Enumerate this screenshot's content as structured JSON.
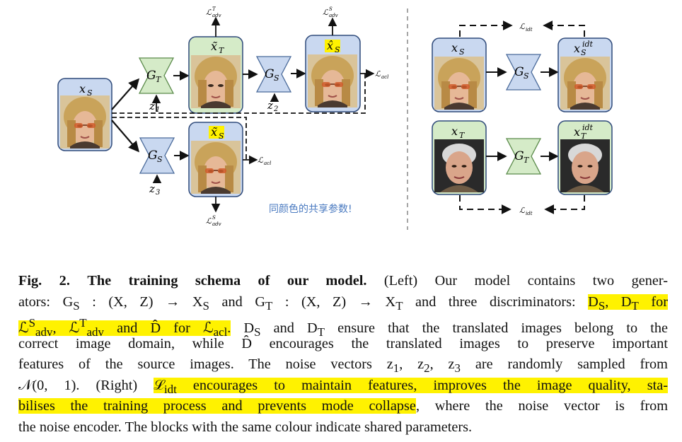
{
  "figure": {
    "labels": {
      "xs_input": "x",
      "xs_input_sub": "S",
      "gt": "G",
      "gt_sub": "T",
      "gs_top": "G",
      "gs_top_sub": "S",
      "gs_bottom": "G",
      "gs_bottom_sub": "S",
      "z1": "z",
      "z1_sub": "1",
      "z2": "z",
      "z2_sub": "2",
      "z3": "z",
      "z3_sub": "3",
      "xt_tilde": "x̃",
      "xt_tilde_sub": "T",
      "xs_hat": "x̂",
      "xs_hat_sub": "S",
      "xs_tilde": "x̃",
      "xs_tilde_sub": "S",
      "ladv_t": "ℒ",
      "ladv_t_sub": "adv",
      "ladv_t_sup": "T",
      "ladv_s_top": "ℒ",
      "ladv_s_top_sub": "adv",
      "ladv_s_top_sup": "S",
      "ladv_s_bottom": "ℒ",
      "ladv_s_bottom_sub": "adv",
      "ladv_s_bottom_sup": "S",
      "lacl_top": "ℒ",
      "lacl_top_sub": "acl",
      "lacl_bottom": "ℒ",
      "lacl_bottom_sub": "acl",
      "note": "同颜色的共享参数!",
      "right_xs": "x",
      "right_xs_sub": "S",
      "right_gs": "G",
      "right_gs_sub": "S",
      "right_xs_idt": "x",
      "right_xs_idt_sub": "S",
      "right_xs_idt_sup": "idt",
      "right_xt": "x",
      "right_xt_sub": "T",
      "right_gt": "G",
      "right_gt_sub": "T",
      "right_xt_idt": "x",
      "right_xt_idt_sub": "T",
      "right_xt_idt_sup": "idt",
      "lidt_top": "ℒ",
      "lidt_top_sub": "idt",
      "lidt_bottom": "ℒ",
      "lidt_bottom_sub": "idt"
    },
    "colors": {
      "source_frame": "#c9d8f0",
      "target_frame": "#d5ebc8",
      "gen_s": "#c9d8f0",
      "gen_t": "#d5ebc8",
      "frame_stroke": "#2f4a7a",
      "highlight": "#fff200"
    }
  },
  "caption": {
    "fig_label": "Fig. 2.",
    "title": "The training schema of our model.",
    "line1_rest": " (Left) Our model contains two gener-",
    "line2_a": "ators: G",
    "line2_b": "S",
    "line2_c": " : (X, Z) → X",
    "line2_d": "S",
    "line2_e": " and G",
    "line2_f": "T",
    "line2_g": " : (X, Z) → X",
    "line2_h": "T",
    "line2_i": " and three discriminators: ",
    "line2_hl": "D",
    "line2_hl_s": "S",
    "line2_hl_mid": ", D",
    "line2_hl_t": "T",
    "line2_hl_end": " for",
    "line3_hl": "ℒ",
    "line3_hl_sup1": "S",
    "line3_hl_sub1": "adv",
    "line3_hl_mid": ", ℒ",
    "line3_hl_sup2": "T",
    "line3_hl_sub2": "adv",
    "line3_hl_end": " and D̂ for ℒ",
    "line3_hl_sub3": "acl",
    "line3_hl_dot": ".",
    "line3_rest_a": " D",
    "line3_rest_b": "S",
    "line3_rest_c": " and D",
    "line3_rest_d": "T",
    "line3_rest_e": " ensure that the translated images belong to the",
    "line4": "correct image domain, while D̂ encourages the translated images to preserve important",
    "line5_a": "features of the source images. The noise vectors z",
    "line5_b": "1",
    "line5_c": ", z",
    "line5_d": "2",
    "line5_e": ", z",
    "line5_f": "3",
    "line5_g": " are randomly sampled from",
    "line6_a": "𝒩(0, 1). (Right) ",
    "line6_hl": "ℒ",
    "line6_hl_sub": "idt",
    "line6_hl_rest": " encourages to maintain features, improves the image quality, sta-",
    "line7_hl": "bilises the training process and prevents mode collapse",
    "line7_rest": ", where the noise vector is from",
    "line8": "the noise encoder. The blocks with the same colour indicate shared parameters."
  }
}
